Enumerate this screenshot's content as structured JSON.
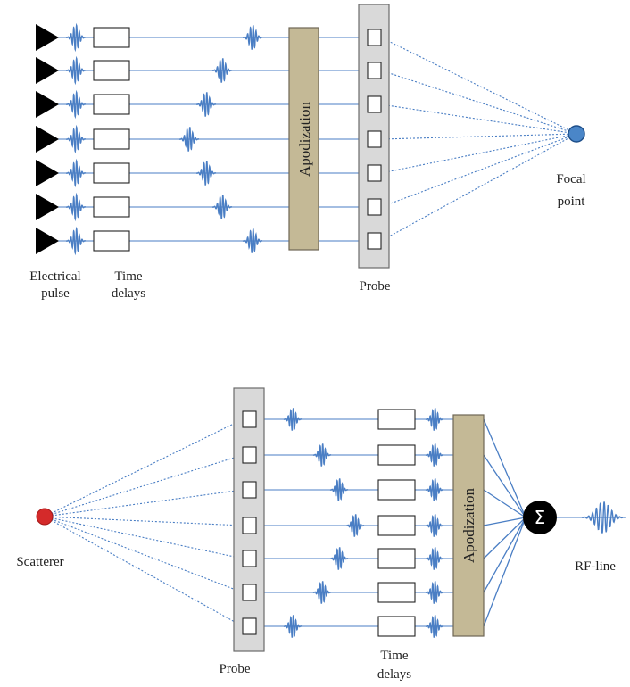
{
  "colors": {
    "signal": "#4a7ec4",
    "apodization_fill": "#c4b996",
    "apodization_stroke": "#6f6655",
    "probe_fill": "#d9d9d9",
    "probe_stroke": "#6b6b6b",
    "focal_point": "#4a86c8",
    "scatterer": "#d42a2a",
    "sum_node": "#000000",
    "pulse_triangle": "#000000"
  },
  "icons": {
    "pulse": "triangle-pulse-icon",
    "wave": "wave-packet-icon",
    "sum": "sigma-icon"
  },
  "transmit": {
    "label_electrical_1": "Electrical",
    "label_electrical_2": "pulse",
    "label_delays_1": "Time",
    "label_delays_2": "delays",
    "label_apodization": "Apodization",
    "label_probe": "Probe",
    "label_focal_1": "Focal",
    "label_focal_2": "point"
  },
  "receive": {
    "label_scatterer": "Scatterer",
    "label_probe": "Probe",
    "label_delays_1": "Time",
    "label_delays_2": "delays",
    "label_apodization": "Apodization",
    "sum_symbol": "Σ",
    "label_rf": "RF-line"
  }
}
